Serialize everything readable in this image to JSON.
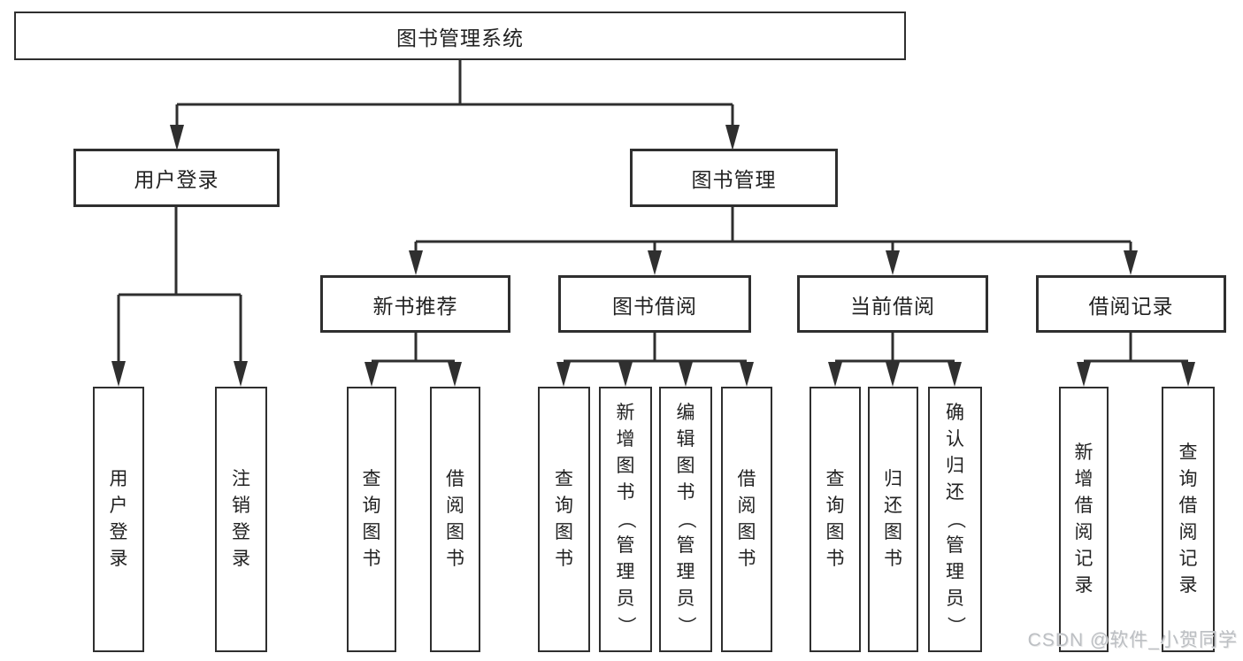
{
  "diagram": {
    "root": {
      "label": "图书管理系统"
    },
    "branches": [
      {
        "label": "用户登录",
        "children": [
          {
            "label": "用户登录"
          },
          {
            "label": "注销登录"
          }
        ]
      },
      {
        "label": "图书管理",
        "children": [
          {
            "label": "新书推荐",
            "children": [
              {
                "label": "查询图书"
              },
              {
                "label": "借阅图书"
              }
            ]
          },
          {
            "label": "图书借阅",
            "children": [
              {
                "label": "查询图书"
              },
              {
                "label": "新增图书（管理员）"
              },
              {
                "label": "编辑图书（管理员）"
              },
              {
                "label": "借阅图书"
              }
            ]
          },
          {
            "label": "当前借阅",
            "children": [
              {
                "label": "查询图书"
              },
              {
                "label": "归还图书"
              },
              {
                "label": "确认归还（管理员）"
              }
            ]
          },
          {
            "label": "借阅记录",
            "children": [
              {
                "label": "新增借阅记录"
              },
              {
                "label": "查询借阅记录"
              }
            ]
          }
        ]
      }
    ],
    "watermark": "CSDN @软件_小贺同学",
    "colors": {
      "line": "#2f2f2f",
      "text": "#222222",
      "box_fill": "#ffffff",
      "watermark": "#bcbfc3"
    }
  }
}
